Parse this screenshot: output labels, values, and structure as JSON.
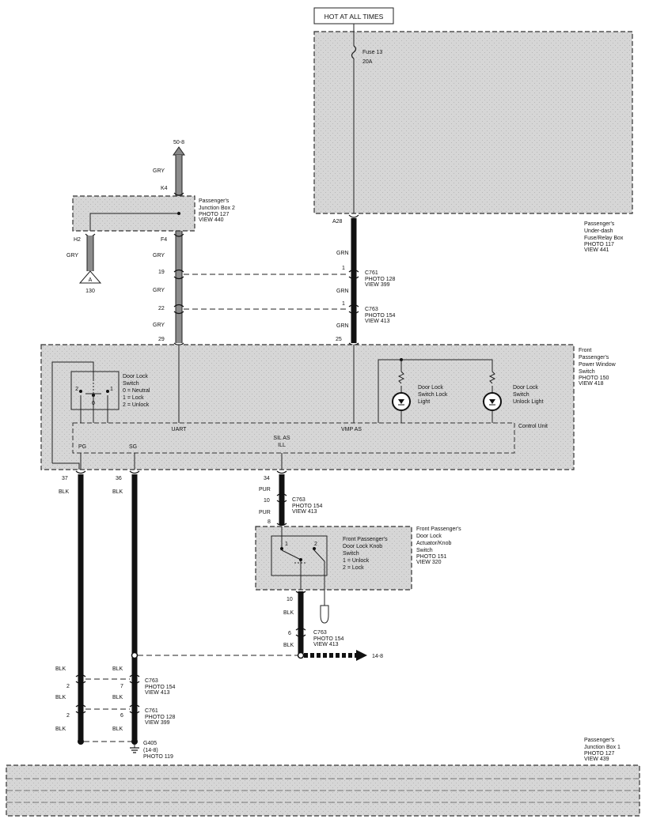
{
  "power": {
    "hot_label": "HOT AT ALL TIMES",
    "fuse_name": "Fuse 13",
    "fuse_rating": "20A"
  },
  "underdash_box": {
    "name_lines": [
      "Passenger's",
      "Under-dash",
      "Fuse/Relay Box"
    ],
    "photo": "PHOTO 117",
    "view": "VIEW 441",
    "terminal": "A28"
  },
  "junction_box_2": {
    "name_lines": [
      "Passenger's",
      "Junction Box 2"
    ],
    "photo": "PHOTO 127",
    "view": "VIEW 440",
    "terminals": {
      "k4": "K4",
      "f4": "F4",
      "h2": "H2"
    }
  },
  "offpage": {
    "top_ref": "50-8",
    "ref_a_label": "A",
    "ref_a_num": "130",
    "ground_ref": "14-8"
  },
  "connectors": {
    "c761_upper": {
      "name": "C761",
      "photo": "PHOTO 128",
      "view": "VIEW 399"
    },
    "c763_upper": {
      "name": "C763",
      "photo": "PHOTO 154",
      "view": "VIEW 413"
    },
    "c763_mid": {
      "name": "C763",
      "photo": "PHOTO 154",
      "view": "VIEW 413"
    },
    "c763_low": {
      "name": "C763",
      "photo": "PHOTO 154",
      "view": "VIEW 413"
    },
    "c763_bottom": {
      "name": "C763",
      "photo": "PHOTO 154",
      "view": "VIEW 413"
    },
    "c761_bottom": {
      "name": "C761",
      "photo": "PHOTO 128",
      "view": "VIEW 399"
    }
  },
  "wires": {
    "gry": "GRY",
    "grn": "GRN",
    "blk": "BLK",
    "pur": "PUR",
    "pins": {
      "p19": "19",
      "p1a": "1",
      "p22": "22",
      "p1b": "1",
      "p29": "29",
      "p25": "25",
      "p37": "37",
      "p36": "36",
      "p34": "34",
      "p10a": "10",
      "p8": "8",
      "p10b": "10",
      "p6a": "6",
      "p2a": "2",
      "p7": "7",
      "p2b": "2",
      "p6b": "6"
    }
  },
  "window_switch": {
    "name_lines": [
      "Front",
      "Passenger's",
      "Power Window",
      "Switch"
    ],
    "photo": "PHOTO 150",
    "view": "VIEW 418",
    "door_lock_switch_lines": [
      "Door Lock",
      "Switch",
      "0 = Neutral",
      "1 = Lock",
      "2 = Unlock"
    ],
    "switch_pos": {
      "two": "2",
      "one": "1",
      "zero": "0"
    },
    "lock_light_lines": [
      "Door Lock",
      "Switch Lock",
      "Light"
    ],
    "unlock_light_lines": [
      "Door Lock",
      "Switch",
      "Unlock Light"
    ],
    "control_unit": "Control Unit",
    "terminals": {
      "uart": "UART",
      "vmpas": "VMP AS",
      "silas": "SIL AS",
      "ill": "ILL",
      "pg": "PG",
      "sg": "SG"
    }
  },
  "actuator": {
    "name_lines": [
      "Front Passenger's",
      "Door Lock",
      "Actuator/Knob",
      "Switch"
    ],
    "photo": "PHOTO 151",
    "view": "VIEW 320",
    "knob_switch_lines": [
      "Front Passenger's",
      "Door Lock Knob",
      "Switch",
      "1 = Unlock",
      "2 = Lock"
    ],
    "switch_pos": {
      "one": "1",
      "two": "2"
    }
  },
  "ground": {
    "name": "G405",
    "ref": "(14-8)",
    "photo": "PHOTO 119"
  },
  "junction_box_1": {
    "name_lines": [
      "Passenger's",
      "Junction Box 1"
    ],
    "photo": "PHOTO 127",
    "view": "VIEW 439"
  }
}
